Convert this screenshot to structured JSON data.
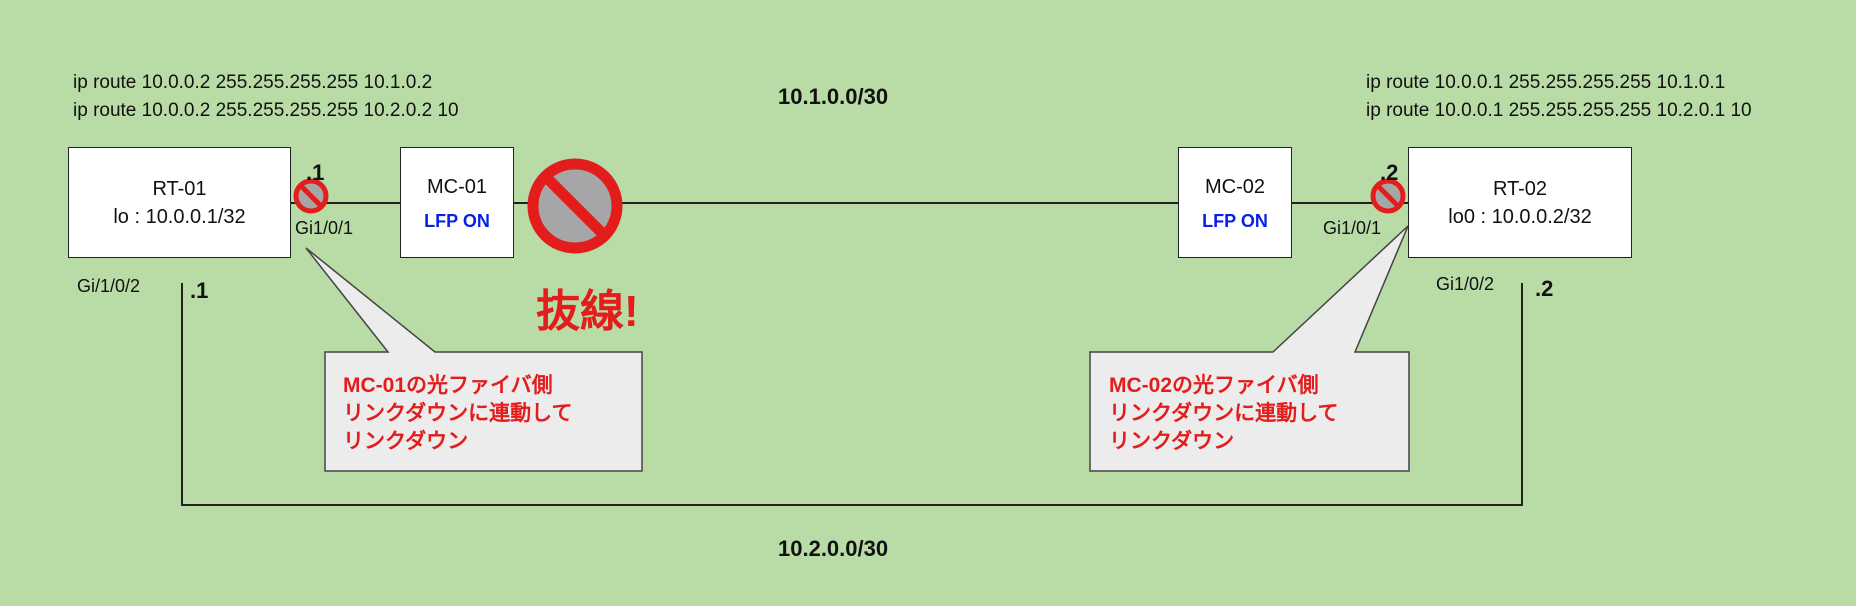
{
  "rt01": {
    "routes": [
      "ip route 10.0.0.2 255.255.255.255 10.1.0.2",
      "ip route 10.0.0.2 255.255.255.255 10.2.0.2 10"
    ],
    "name": "RT-01",
    "loopback": "lo : 10.0.0.1/32",
    "port_top": "Gi1/0/1",
    "port_top_ip": ".1",
    "port_bottom": "Gi/1/0/2",
    "port_bottom_ip": ".1"
  },
  "rt02": {
    "routes": [
      "ip route 10.0.0.1 255.255.255.255 10.1.0.1",
      "ip route 10.0.0.1 255.255.255.255 10.2.0.1 10"
    ],
    "name": "RT-02",
    "loopback": "lo0 : 10.0.0.2/32",
    "port_top": "Gi1/0/1",
    "port_top_ip": ".2",
    "port_bottom": "Gi1/0/2",
    "port_bottom_ip": ".2"
  },
  "mc01": {
    "name": "MC-01",
    "status": "LFP ON"
  },
  "mc02": {
    "name": "MC-02",
    "status": "LFP ON"
  },
  "networks": {
    "top": "10.1.0.0/30",
    "bottom": "10.2.0.0/30"
  },
  "event": {
    "label": "抜線!"
  },
  "callouts": {
    "left": [
      "MC-01の光ファイバ側",
      "リンクダウンに連動して",
      "リンクダウン"
    ],
    "right": [
      "MC-02の光ファイバ側",
      "リンクダウンに連動して",
      "リンクダウン"
    ]
  },
  "colors": {
    "background": "#b9dba5",
    "alert": "#e31c1c",
    "lfp": "#0b20e6",
    "callout_fill": "#ececec"
  }
}
